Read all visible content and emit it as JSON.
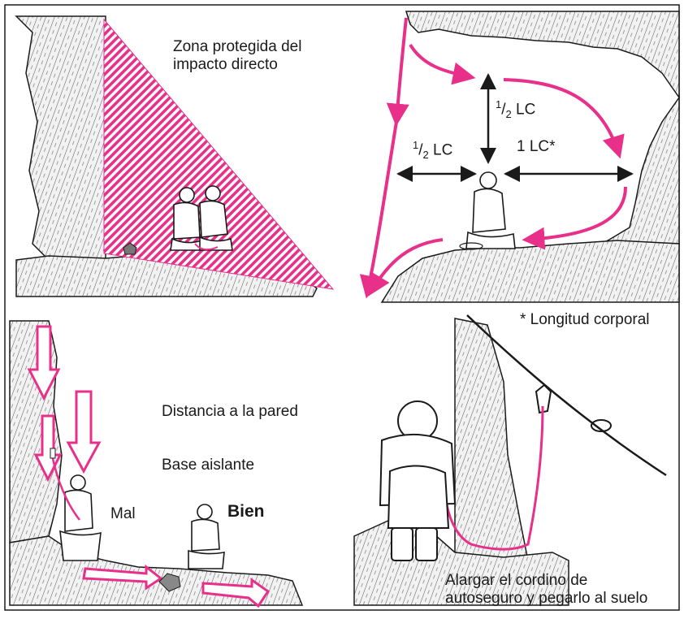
{
  "panels": {
    "top_left": {
      "label": "Zona protegida del\nimpacto directo",
      "label_lines": [
        "Zona protegida del",
        "impacto directo"
      ]
    },
    "top_right": {
      "half_lc_vertical": {
        "num": "1",
        "den": "2",
        "unit": "LC"
      },
      "half_lc_horizontal": {
        "num": "1",
        "den": "2",
        "unit": "LC"
      },
      "one_lc": "1 LC*",
      "footnote": "* Longitud corporal"
    },
    "bottom_left": {
      "label_distance": "Distancia a la pared",
      "label_base": "Base aislante",
      "label_bad": "Mal",
      "label_good": "Bien"
    },
    "bottom_right": {
      "label_lines": [
        "Alargar el cordino de",
        "autoseguro y pegarlo al suelo"
      ]
    }
  },
  "colors": {
    "accent_pink": "#e8308a",
    "ink": "#1a1a1a",
    "paper": "#ffffff",
    "rock_shade": "#8a8a8a"
  },
  "icons": [
    "arrow-right-icon",
    "arrow-down-icon",
    "double-arrow-icon",
    "climber-figure-icon",
    "rope-icon",
    "carabiner-icon"
  ]
}
